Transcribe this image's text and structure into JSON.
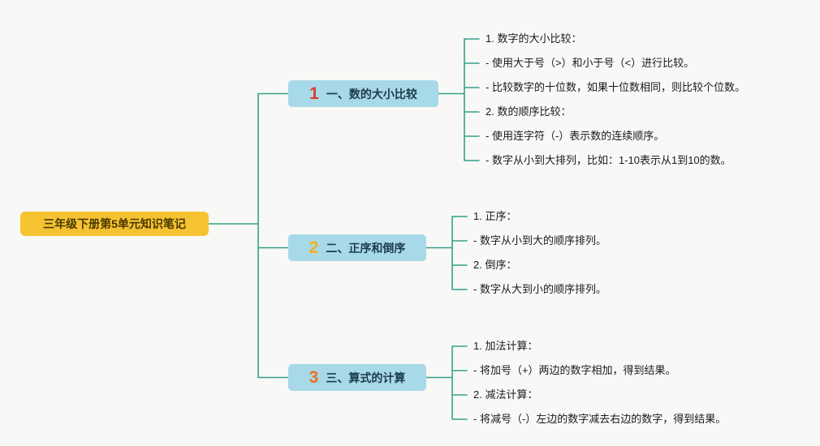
{
  "root": {
    "label": "三年级下册第5单元知识笔记"
  },
  "branches": [
    {
      "number": "1",
      "label": "一、数的大小比较",
      "leaves": [
        "1. 数字的大小比较：",
        "- 使用大于号（>）和小于号（<）进行比较。",
        "- 比较数字的十位数，如果十位数相同，则比较个位数。",
        "2. 数的顺序比较：",
        "- 使用连字符（-）表示数的连续顺序。",
        "- 数字从小到大排列，比如：1-10表示从1到10的数。"
      ]
    },
    {
      "number": "2",
      "label": "二、正序和倒序",
      "leaves": [
        "1. 正序：",
        "- 数字从小到大的顺序排列。",
        "2. 倒序：",
        "- 数字从大到小的顺序排列。"
      ]
    },
    {
      "number": "3",
      "label": "三、算式的计算",
      "leaves": [
        "1. 加法计算：",
        "- 将加号（+）两边的数字相加，得到结果。",
        "2. 减法计算：",
        "- 将减号（-）左边的数字减去右边的数字，得到结果。"
      ]
    }
  ],
  "colors": {
    "bg": "#f8f8f6",
    "connector": "#35a08a",
    "root_fill": "#f5c331",
    "root_text": "#4a3800",
    "branch_fill": "#a7d9e8",
    "branch_text": "#1c3b4a",
    "num_1": "#e03a2f",
    "num_2": "#f3b11b",
    "num_3": "#f06e1d",
    "leaf_text": "#1a1a1a"
  }
}
